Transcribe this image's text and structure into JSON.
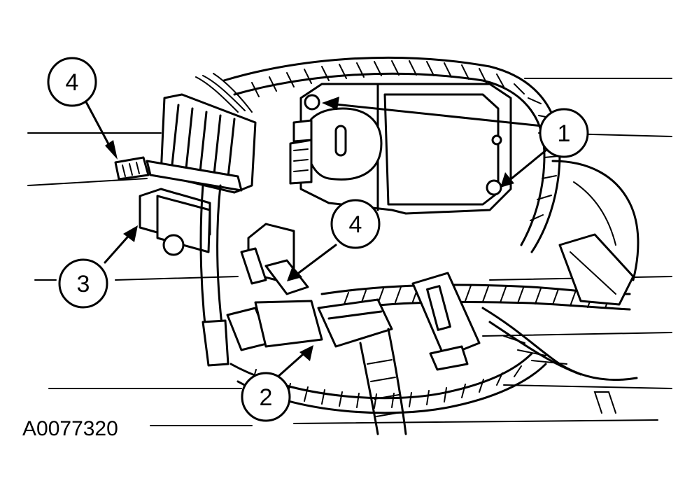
{
  "figure_code": "A0077320",
  "callouts": [
    {
      "id": "c4-top",
      "label": "4"
    },
    {
      "id": "c1",
      "label": "1"
    },
    {
      "id": "c4-mid",
      "label": "4"
    },
    {
      "id": "c3",
      "label": "3"
    },
    {
      "id": "c2",
      "label": "2"
    }
  ],
  "colors": {
    "ink": "#000000",
    "paper": "#ffffff"
  }
}
